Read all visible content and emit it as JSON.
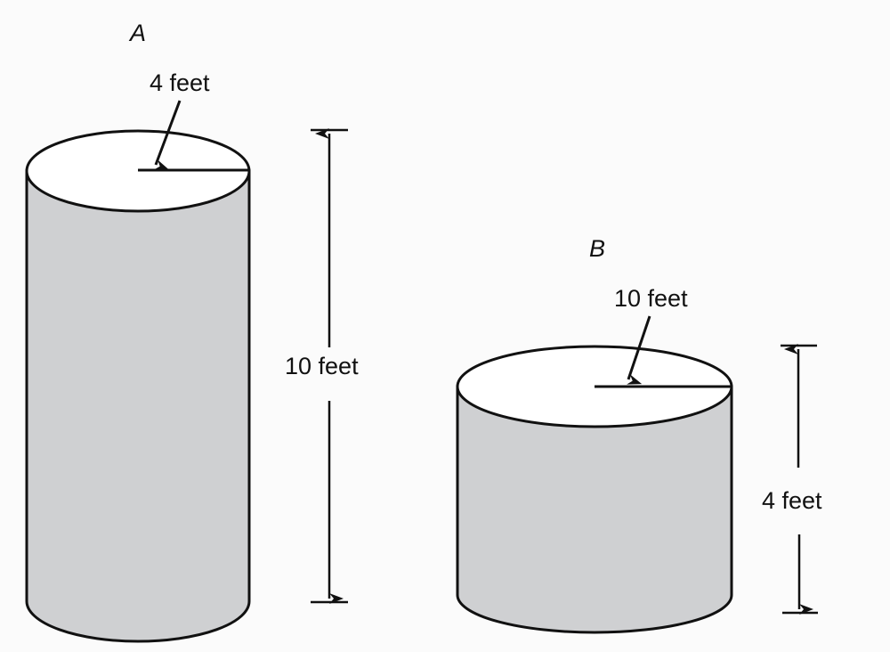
{
  "figure": {
    "cylinders": [
      {
        "id": "A",
        "title": "A",
        "radius_label": "4 feet",
        "height_label": "10 feet",
        "radius_ft": 4,
        "height_ft": 10
      },
      {
        "id": "B",
        "title": "B",
        "radius_label": "10 feet",
        "height_label": "4 feet",
        "radius_ft": 10,
        "height_ft": 4
      }
    ],
    "colors": {
      "side_fill": "#cfd0d2",
      "top_fill": "#ffffff",
      "stroke": "#111111",
      "background": "#fbfbfb"
    }
  }
}
